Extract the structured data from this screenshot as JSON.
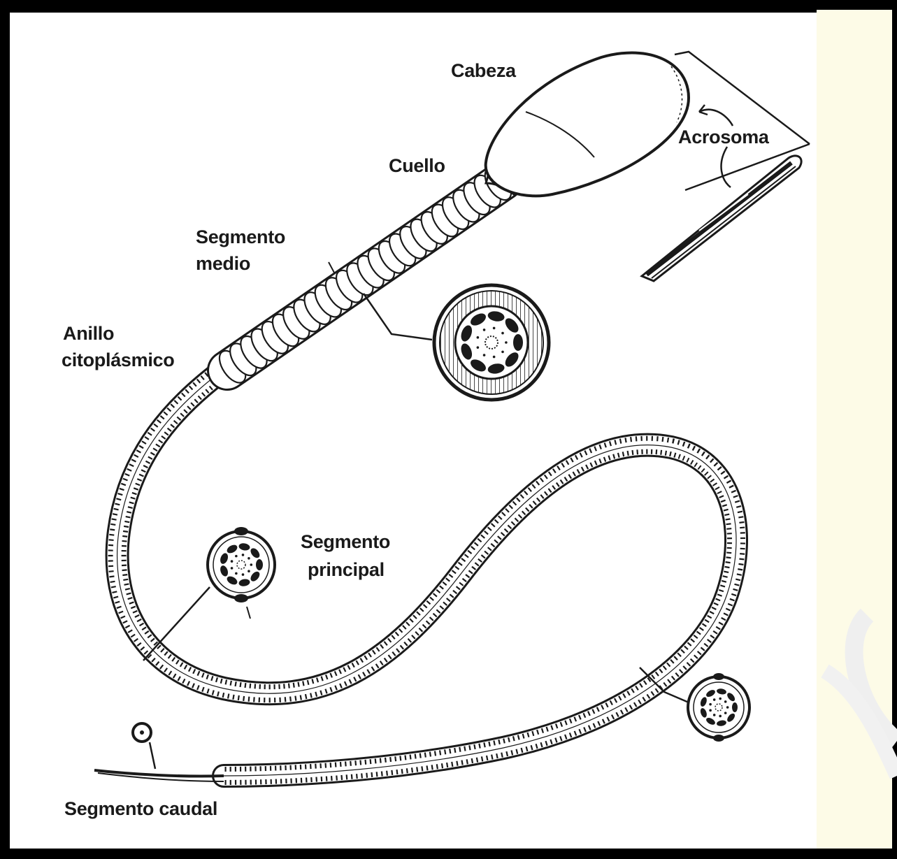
{
  "labels": {
    "cabeza": "Cabeza",
    "acrosoma": "Acrosoma",
    "cuello": "Cuello",
    "segmento_medio_1": "Segmento",
    "segmento_medio_2": "medio",
    "anillo_1": "Anillo",
    "anillo_2": "citoplásmico",
    "segmento_principal_1": "Segmento",
    "segmento_principal_2": "principal",
    "segmento_caudal": "Segmento caudal"
  },
  "colors": {
    "ink": "#1a1a1a",
    "background": "#ffffff",
    "frame": "#000000",
    "side_panel": "#fdfbe7"
  }
}
